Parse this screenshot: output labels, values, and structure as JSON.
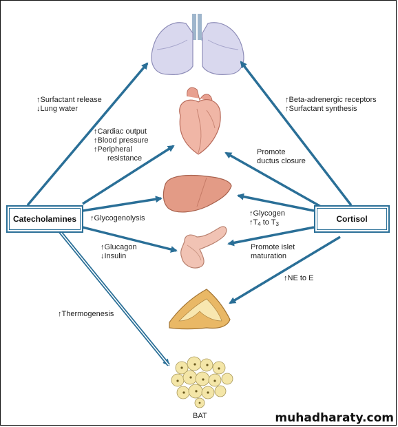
{
  "nodes": {
    "catecholamines": "Catecholamines",
    "cortisol": "Cortisol",
    "bat": "BAT"
  },
  "left_effects": {
    "lung": [
      "↑Surfactant release",
      "↓Lung water"
    ],
    "heart": [
      "↑Cardiac output",
      "↑Blood pressure",
      "↑Peripheral",
      "resistance"
    ],
    "liver": "↑Glycogenolysis",
    "pancreas": [
      "↑Glucagon",
      "↓Insulin"
    ],
    "bat": "↑Thermogenesis"
  },
  "right_effects": {
    "lung": [
      "↑Beta-adrenergic receptors",
      "↑Surfactant synthesis"
    ],
    "heart": [
      "Promote",
      "ductus closure"
    ],
    "liver_line1": "↑Glycogen",
    "liver_line2_prefix": "↑T",
    "liver_line2_sub1": "4",
    "liver_line2_mid": " to T",
    "liver_line2_sub2": "3",
    "pancreas": [
      "Promote islet",
      "maturation"
    ],
    "adrenal": "↑NE to E"
  },
  "watermark": "muhadharaty.com",
  "colors": {
    "arrow": "#2a6f97",
    "lung": "#d9d8ee",
    "heart": "#f0b6a6",
    "liver": "#e39b86",
    "pancreas": "#f1c3b4",
    "adrenal": "#f3d08a",
    "bat": "#f4e6a8"
  }
}
